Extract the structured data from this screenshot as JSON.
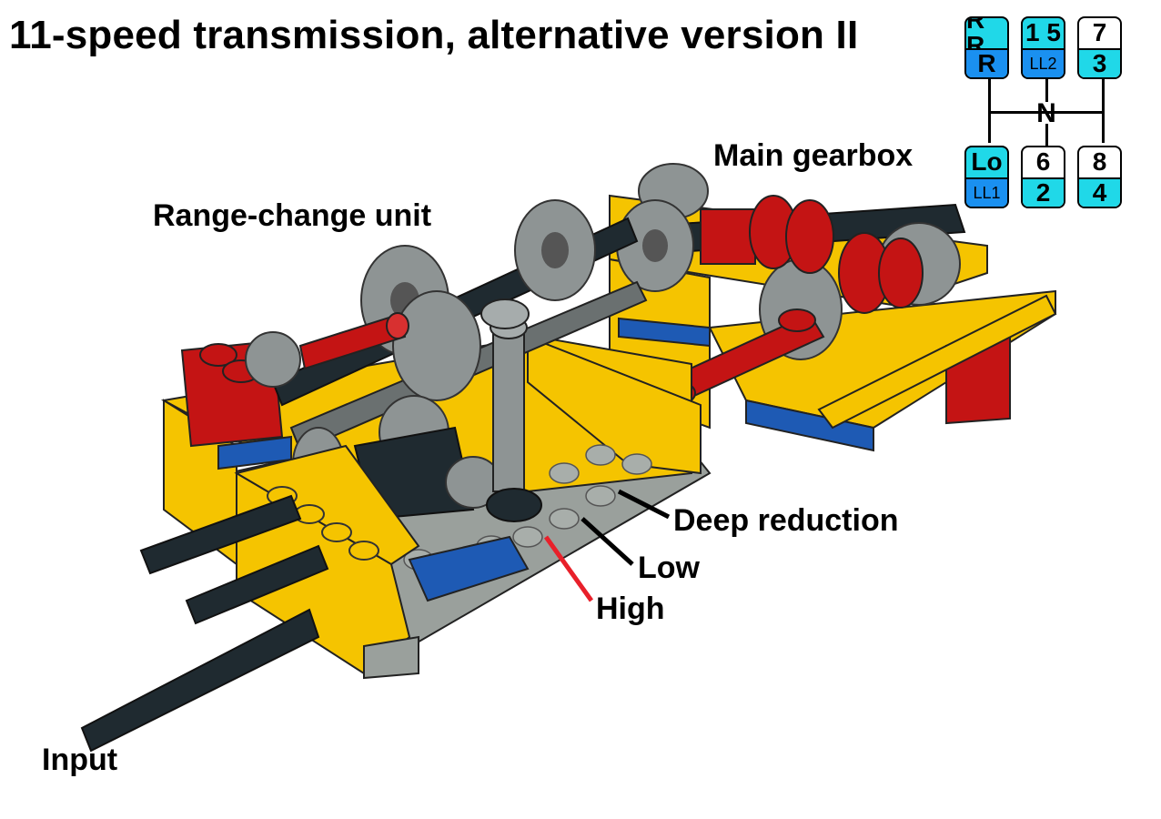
{
  "title": "11-speed transmission, alternative version II",
  "labels": {
    "main_gearbox": "Main gearbox",
    "range_change_unit": "Range-change unit",
    "deep_reduction": "Deep reduction",
    "low": "Low",
    "high": "High",
    "input": "Input"
  },
  "shift_pattern": {
    "neutral": "N",
    "top_row": [
      {
        "top": "R R",
        "bottom": "R"
      },
      {
        "top": "1 5",
        "bottom": "LL2"
      },
      {
        "top": "7",
        "bottom": "3"
      }
    ],
    "bottom_row": [
      {
        "top": "Lo",
        "bottom": "LL1"
      },
      {
        "top": "6",
        "bottom": "2"
      },
      {
        "top": "8",
        "bottom": "4"
      }
    ]
  },
  "colors": {
    "lego_yellow": "#f5c400",
    "lego_red": "#c41414",
    "lego_blue": "#1e5ab4",
    "gear_gray": "#8e9494",
    "axle_black": "#1f2a30",
    "high_marker": "#e8202a",
    "pattern_cyan": "#20d8e8",
    "pattern_blue": "#1a90f0"
  }
}
